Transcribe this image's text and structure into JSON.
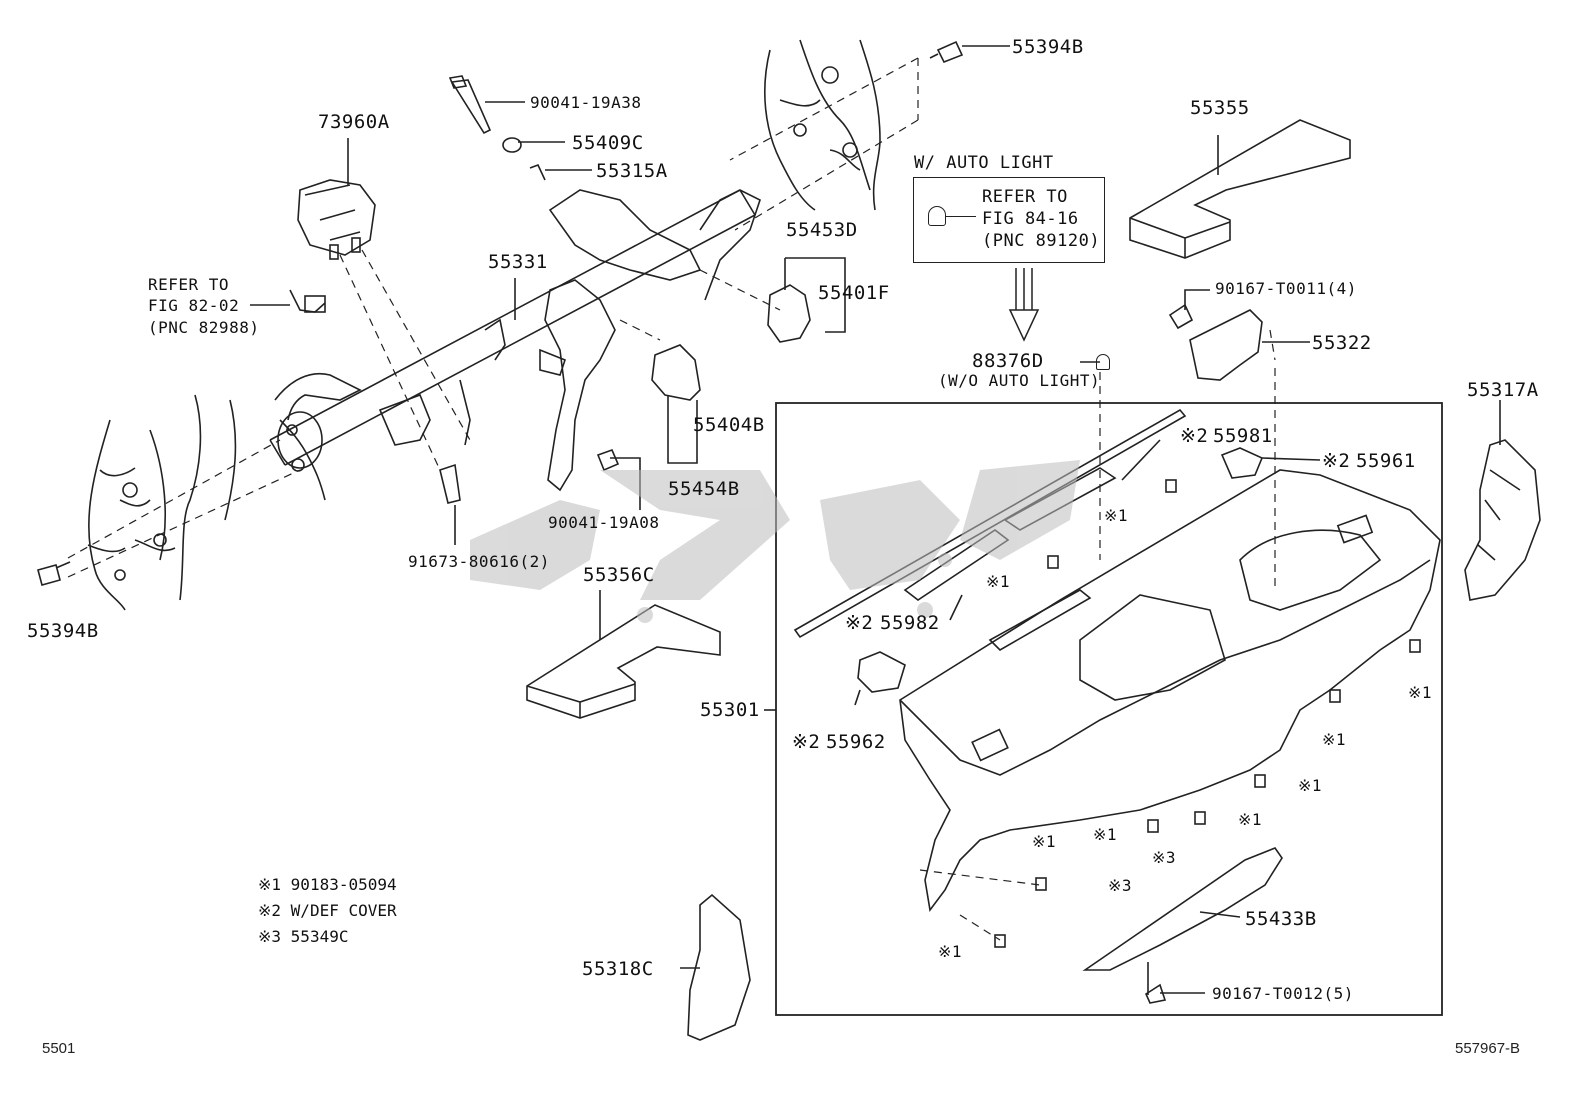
{
  "parts": {
    "p55394B_top": "55394B",
    "p90041_19A38": "90041-19A38",
    "p55409C": "55409C",
    "p55315A": "55315A",
    "p73960A": "73960A",
    "p55331": "55331",
    "p55453D": "55453D",
    "p55401F": "55401F",
    "p55404B": "55404B",
    "p55454B": "55454B",
    "p90041_19A08": "90041-19A08",
    "p91673_80616": "91673-80616(2)",
    "p55356C": "55356C",
    "p55394B_left": "55394B",
    "p55355": "55355",
    "p90167_T0011": "90167-T0011(4)",
    "p55322": "55322",
    "p55317A": "55317A",
    "p88376D": "88376D",
    "p88376D_note": "(W/O AUTO LIGHT)",
    "p55981": "55981",
    "p55961": "55961",
    "p55982": "55982",
    "p55962": "55962",
    "p55301": "55301",
    "p55433B": "55433B",
    "p90167_T0012": "90167-T0012(5)",
    "p55318C": "55318C"
  },
  "marks": {
    "m1": "※1",
    "m2": "※2",
    "m3": "※3"
  },
  "refer_82": {
    "line1": "REFER TO",
    "line2": "FIG 82-02",
    "line3": "(PNC 82988)"
  },
  "refer_84": {
    "header": "W/ AUTO LIGHT",
    "line1": "REFER TO",
    "line2": "FIG 84-16",
    "line3": "(PNC 89120)"
  },
  "legend": {
    "l1": "※1 90183-05094",
    "l2": "※2 W/DEF COVER",
    "l3": "※3 55349C"
  },
  "footer": {
    "left": "5501",
    "right": "557967-B"
  },
  "colors": {
    "line": "#222222",
    "watermark": "#c8c8c8"
  }
}
